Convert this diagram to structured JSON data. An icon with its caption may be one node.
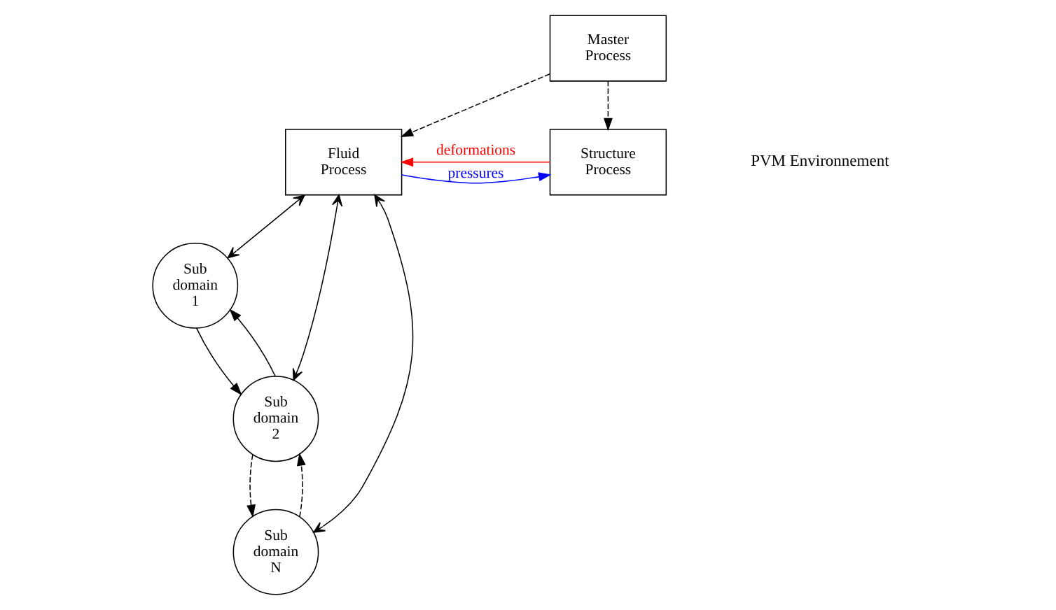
{
  "diagram": {
    "nodes": [
      {
        "text": [
          "Master Process"
        ]
      },
      {
        "text": [
          "Fluid Process"
        ]
      },
      {
        "text": [
          "Structure Process"
        ]
      },
      {
        "text": [
          "Sub domain 1"
        ]
      },
      {
        "text": [
          "Sub domain 2"
        ]
      },
      {
        "text": [
          "Sub domain N"
        ]
      }
    ],
    "edges": [
      {
        "from": 0,
        "to": 1,
        "arrow": "to",
        "style": "dashed"
      },
      {
        "from": 0,
        "to": 2,
        "arrow": "to",
        "style": "dashed"
      },
      {
        "from": 1,
        "to": 2,
        "arrow": "to",
        "label": "pressures",
        "color": "#0000ff"
      },
      {
        "from": 2,
        "to": 1,
        "arrow": "to",
        "label": "deformations",
        "color": "#ff0000"
      },
      {
        "from": 1,
        "to": 3,
        "arrow": "both"
      },
      {
        "from": 1,
        "to": 4,
        "arrow": "both"
      },
      {
        "from": 1,
        "to": 5,
        "arrow": "both"
      },
      {
        "from": 3,
        "to": 4,
        "arrow": "to"
      },
      {
        "from": 4,
        "to": 3,
        "arrow": "to"
      },
      {
        "from": 5,
        "to": 4,
        "arrow": "to",
        "style": "dashed"
      },
      {
        "from": 4,
        "to": 5,
        "arrow": "to",
        "style": "dashed"
      }
    ],
    "labels": [
      "PVM Environnement"
    ]
  }
}
